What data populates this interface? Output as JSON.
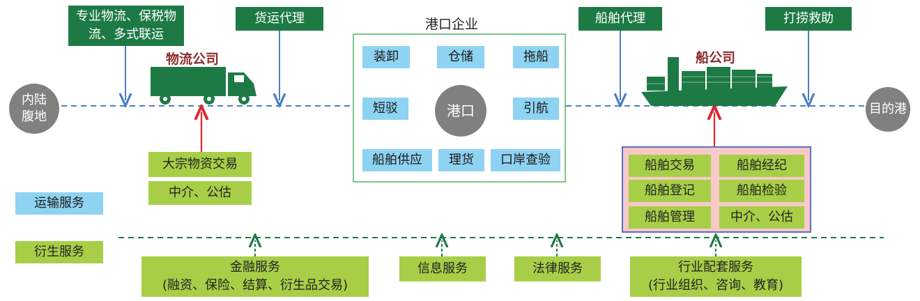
{
  "top_services": {
    "logistics": "专业物流、保税物流、多式联运",
    "freight": "货运代理",
    "ship_agency": "船舶代理",
    "salvage": "打捞救助"
  },
  "logistics_company": "物流公司",
  "shipping_company": "船公司",
  "inland": "内陆腹地",
  "destination": "目的港",
  "port": {
    "title": "港口企业",
    "center": "港口",
    "items": [
      "装卸",
      "仓储",
      "拖船",
      "短驳",
      "引航",
      "船舶供应",
      "理货",
      "口岸查验"
    ]
  },
  "trade_boxes": [
    "大宗物资交易",
    "中介、公估"
  ],
  "ship_services": [
    "船舶交易",
    "船舶经纪",
    "船舶登记",
    "船舶检验",
    "船舶管理",
    "中介、公估"
  ],
  "legend": {
    "transport": "运输服务",
    "derivative": "衍生服务"
  },
  "derivative_services": {
    "finance_title": "金融服务",
    "finance_detail": "(融资、保险、结算、衍生品交易)",
    "info": "信息服务",
    "legal": "法律服务",
    "industry_title": "行业配套服务",
    "industry_detail": "(行业组织、咨询、教育)"
  },
  "colors": {
    "dark_green": "#1e7a45",
    "lime": "#a6cf47",
    "light_blue": "#8fd3f2",
    "gray": "#808080",
    "dash_blue": "#4a7fc1",
    "dash_green": "#1e7a45",
    "red_arrow": "#e0262f",
    "pink": "#f7c9c9",
    "border_blue": "#5a6fc0"
  }
}
